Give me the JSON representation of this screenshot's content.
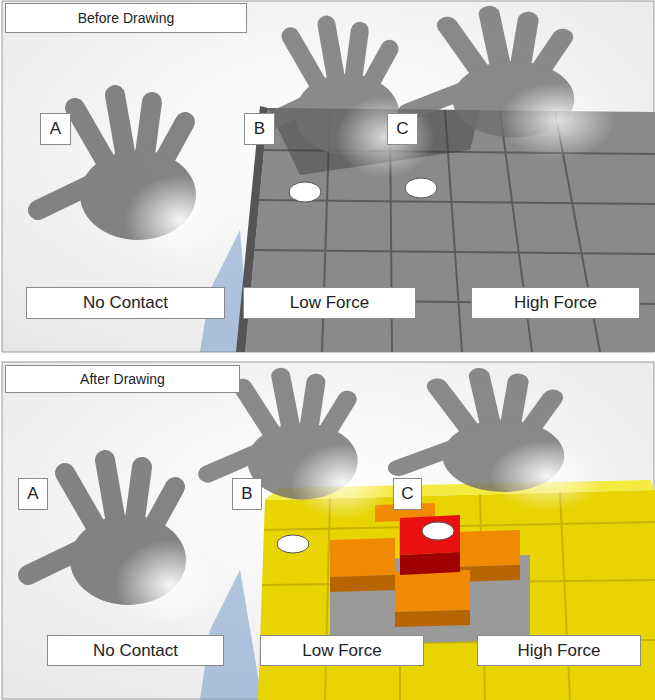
{
  "diagram": {
    "nodes": [
      {
        "text": [
          "Before Drawing"
        ]
      },
      {
        "text": [
          "A"
        ]
      },
      {
        "text": [
          "B"
        ]
      },
      {
        "text": [
          "C"
        ]
      },
      {
        "text": [
          "No Contact"
        ]
      },
      {
        "text": [
          "Low Force"
        ]
      },
      {
        "text": [
          "High Force"
        ]
      },
      {
        "text": [
          "After Drawing"
        ]
      },
      {
        "text": [
          "A"
        ]
      },
      {
        "text": [
          "B"
        ]
      },
      {
        "text": [
          "C"
        ]
      },
      {
        "text": [
          "No Contact"
        ]
      },
      {
        "text": [
          "Low Force"
        ]
      },
      {
        "text": [
          "High Force"
        ]
      }
    ]
  }
}
